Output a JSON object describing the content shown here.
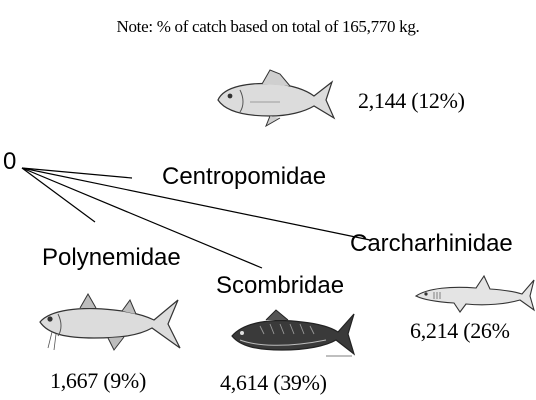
{
  "note": "Note: % of catch based on total of 165,770 kg.",
  "root": {
    "label": "0"
  },
  "families": [
    {
      "name": "Centropomidae",
      "value_label": "2,144 (12%)",
      "icon": "barramundi-fish-icon"
    },
    {
      "name": "Carcharhinidae",
      "value_label": "6,214 (26%",
      "icon": "shark-icon"
    },
    {
      "name": "Polynemidae",
      "value_label": "1,667 (9%)",
      "icon": "threadfin-fish-icon"
    },
    {
      "name": "Scombridae",
      "value_label": "4,614 (39%)",
      "icon": "mackerel-fish-icon"
    }
  ],
  "colors": {
    "text": "#000000",
    "lines": "#000000",
    "fish_outline": "#333333",
    "fish_fill": "#dcdcdc",
    "mackerel_fill": "#3a3a3a"
  }
}
